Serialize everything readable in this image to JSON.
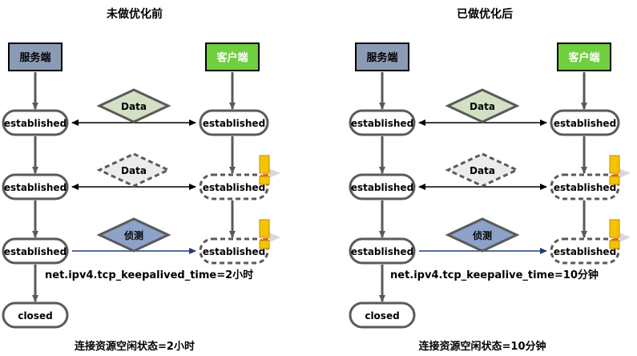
{
  "panels": [
    {
      "title": "未做优化前",
      "server_label": "服务端",
      "client_label": "客户端",
      "rows": [
        {
          "server_state": "established",
          "client_state": "established",
          "packet_label": "Data"
        },
        {
          "server_state": "established",
          "client_state": "established",
          "packet_label": "Data"
        },
        {
          "server_state": "established",
          "client_state": "established",
          "packet_label": "侦测"
        }
      ],
      "final_state": "closed",
      "param_text": "net.ipv4.tcp_keepalived_time=2小时",
      "footer_text": "连接资源空闲状态=2小时"
    },
    {
      "title": "已做优化后",
      "server_label": "服务端",
      "client_label": "客户端",
      "rows": [
        {
          "server_state": "established",
          "client_state": "established",
          "packet_label": "Data"
        },
        {
          "server_state": "established",
          "client_state": "established",
          "packet_label": "Data"
        },
        {
          "server_state": "established",
          "client_state": "established",
          "packet_label": "侦测"
        }
      ],
      "final_state": "closed",
      "param_text": "net.ipv4.tcp_keepalive_time=10分钟",
      "footer_text": "连接资源空闲状态=10分钟"
    }
  ],
  "colors": {
    "server_box": "#8c9bb5",
    "client_box": "#6fcf3f",
    "data_diamond": "#d3e0c4",
    "data_diamond_faded": "#ececec",
    "probe_diamond": "#8da2c9",
    "probe_line": "#1f3f7a",
    "warning": "#f5c400"
  }
}
